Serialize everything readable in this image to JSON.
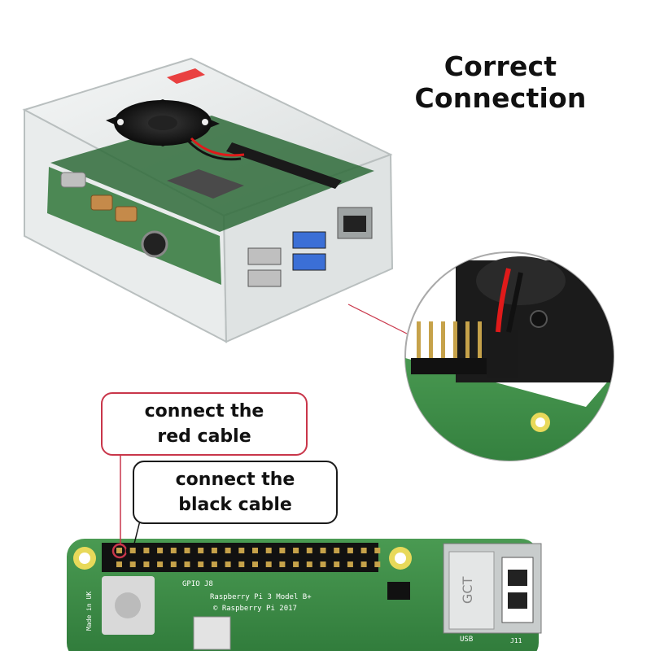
{
  "title": "Correct Connection",
  "callouts": {
    "red": {
      "line1": "connect the",
      "line2": "red cable"
    },
    "black": {
      "line1": "connect the",
      "line2": "black cable"
    }
  },
  "board_text": {
    "gpio": "GPIO",
    "j8": "J8",
    "model": "Raspberry Pi 3 Model B+",
    "copyright": "© Raspberry Pi 2017",
    "usb": "USB",
    "made_in": "Made in UK",
    "port_brand": "GCT",
    "j11": "J11"
  },
  "colors": {
    "accent_red": "#c9364a",
    "pcb_green": "#3e8f45",
    "pcb_dark": "#2f7a3a",
    "cable_red": "#e01a1a"
  }
}
